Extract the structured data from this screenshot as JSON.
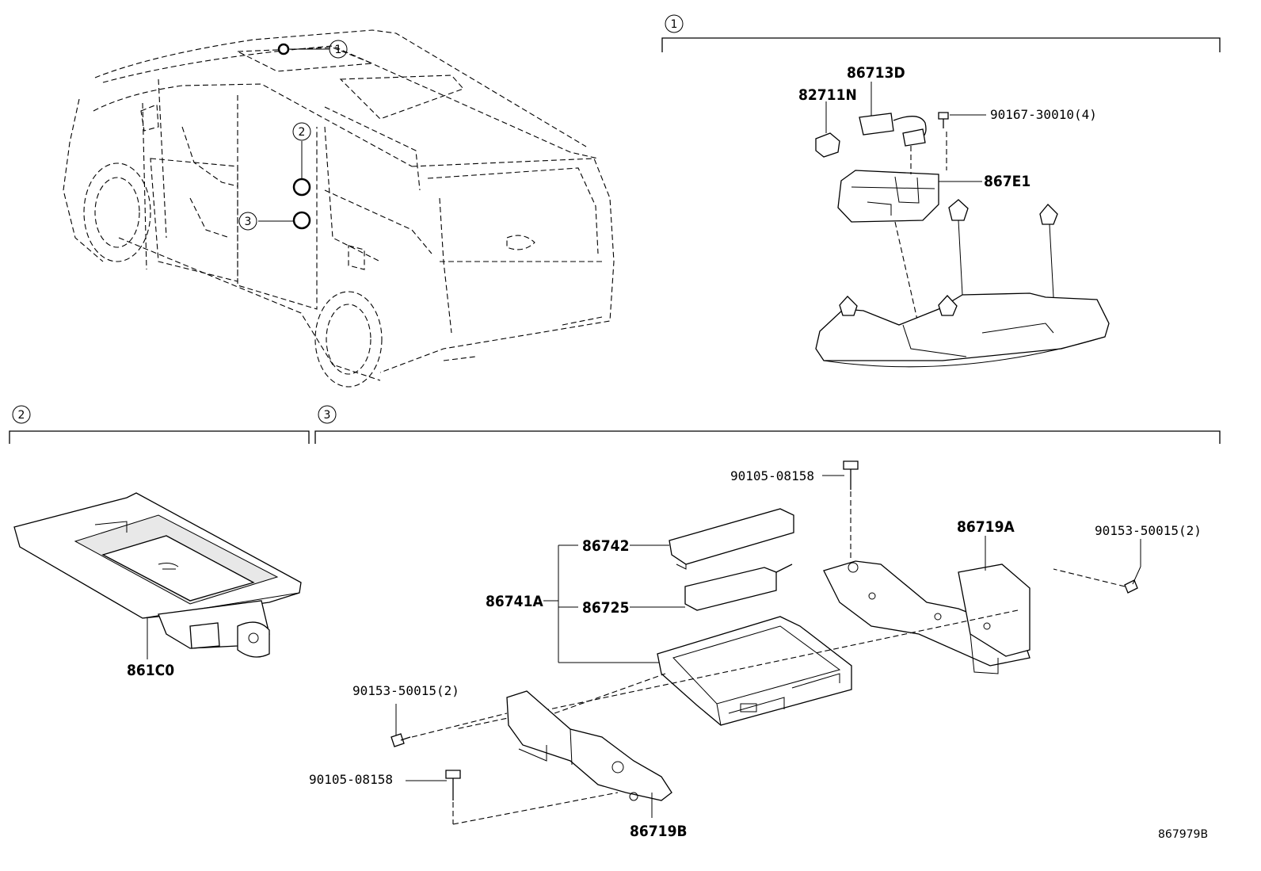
{
  "sections": [
    {
      "index": "1",
      "label": "1"
    },
    {
      "index": "2",
      "label": "2"
    },
    {
      "index": "3",
      "label": "3"
    }
  ],
  "callouts": {
    "c1": "1",
    "c2": "2",
    "c3": "3"
  },
  "parts": {
    "p86713D": "86713D",
    "p82711N": "82711N",
    "p90167": "90167-30010(4)",
    "p867E1": "867E1",
    "p861C0": "861C0",
    "p90105_top": "90105-08158",
    "p86742": "86742",
    "p86741A": "86741A",
    "p86725": "86725",
    "p86719A": "86719A",
    "p90153_right": "90153-50015(2)",
    "p90153_left": "90153-50015(2)",
    "p90105_bottom": "90105-08158",
    "p86719B": "86719B"
  },
  "diagram_code": "867979B"
}
